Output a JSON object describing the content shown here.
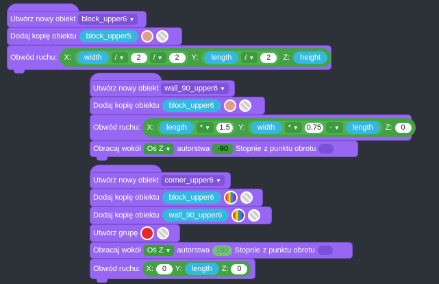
{
  "stack1": {
    "create_label": "Utwórz nowy obiekt",
    "create_value": "block_upper6",
    "copy_label": "Dodaj kopię obiektu",
    "copy_value": "block_upper5",
    "copy_color": "#e59a8f",
    "motion_label": "Obwód ruchu:",
    "x_label": "X:",
    "x_var": "width",
    "x_op1": "/",
    "x_num1": "2",
    "x_op2": "/",
    "x_num2": "2",
    "y_label": "Y:",
    "y_var": "length",
    "y_op": "/",
    "y_num": "2",
    "z_label": "Z:",
    "z_var": "height"
  },
  "stack2": {
    "create_label": "Utwórz nowy obiekt",
    "create_value": "wall_90_upper6",
    "copy_label": "Dodaj kopię obiektu",
    "copy_value": "block_upper6",
    "copy_color": "#e59a8f",
    "motion_label": "Obwód ruchu:",
    "x_label": "X:",
    "x_var": "length",
    "x_op": "*",
    "x_num": "1.5",
    "y_label": "Y:",
    "y_var": "width",
    "y_op": "*",
    "y_num": "0.75",
    "y_op2": "-",
    "y_var2": "length",
    "z_label": "Z:",
    "z_num": "0",
    "rotate_label": "Obracaj wokół",
    "axis": "Oś Z",
    "author_label": "autorstwa",
    "angle": "-90",
    "degrees_label": "Stopnie",
    "from_label": "z punktu obrotu"
  },
  "stack3": {
    "create_label": "Utwórz nowy obiekt",
    "create_value": "corner_upper6",
    "copy1_label": "Dodaj kopię obiektu",
    "copy1_value": "block_upper6",
    "copy2_label": "Dodaj kopię obiektu",
    "copy2_value": "wall_90_upper6",
    "group_label": "Utwórz grupę",
    "group_color": "#e8262d",
    "rotate_label": "Obracaj wokół",
    "axis": "Oś Z",
    "author_label": "autorstwa",
    "angle": "180",
    "degrees_label": "Stopnie",
    "from_label": "z punktu obrotu",
    "motion_label": "Obwód ruchu:",
    "x_label": "X:",
    "x_num": "0",
    "y_label": "Y:",
    "y_var": "length",
    "z_label": "Z:",
    "z_num": "0"
  }
}
